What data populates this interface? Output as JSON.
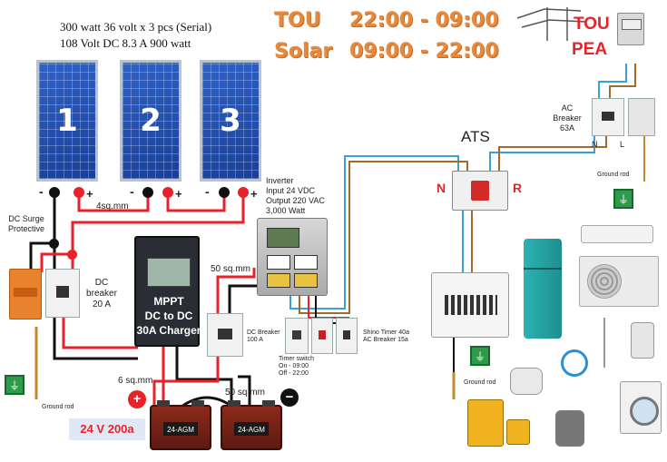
{
  "spec": {
    "line1": "300 watt 36 volt x 3 pcs (Serial)",
    "line2": "108 Volt DC 8.3 A 900 watt"
  },
  "schedule": {
    "tou_label": "TOU",
    "tou_time": "22:00 - 09:00",
    "solar_label": "Solar",
    "solar_time": "09:00 - 22:00"
  },
  "grid": {
    "label_tou": "TOU",
    "label_pea": "PEA"
  },
  "panels": [
    "1",
    "2",
    "3"
  ],
  "panel_terminals": {
    "neg": "-",
    "pos": "+"
  },
  "wire_4sq": "4sq.mm",
  "surge": {
    "label": "DC Surge\nProtective"
  },
  "dc_breaker_20": {
    "label": "DC\nbreaker\n20 A"
  },
  "mppt": {
    "line1": "MPPT",
    "line2": "DC to DC",
    "line3": "30A Charger"
  },
  "inverter": {
    "title": "Inverter",
    "line1": "Input 24 VDC",
    "line2": "Output 220 VAC",
    "line3": "3,000 Watt"
  },
  "wire_50_top": "50 sq.mm",
  "dc_breaker_100": {
    "label": "DC Breaker\n100 A"
  },
  "timer_switch": {
    "label": "Timer switch\nOn - 09:00\nOff - 22:00"
  },
  "shino": {
    "label": "Shino Timer 40a\nAC Breaker 15a"
  },
  "ats": {
    "label": "ATS",
    "n": "N",
    "r": "R"
  },
  "ac_breaker": {
    "label": "AC\nBreaker\n63A",
    "n": "N",
    "l": "L"
  },
  "ground_rod": "Ground rod",
  "wire_6sq": "6 sq.mm",
  "wire_50_bottom": "50 sq.mm",
  "plus_sign": "+",
  "minus_sign": "−",
  "battery_spec": "24 V 200a",
  "battery_label": "24-AGM",
  "ground_symbol": "⏚",
  "colors": {
    "tou_orange": "#e7893c",
    "wire_red": "#e8222a",
    "wire_black": "#111111",
    "wire_blue": "#3aa0d8",
    "wire_brown": "#a56a2a"
  }
}
